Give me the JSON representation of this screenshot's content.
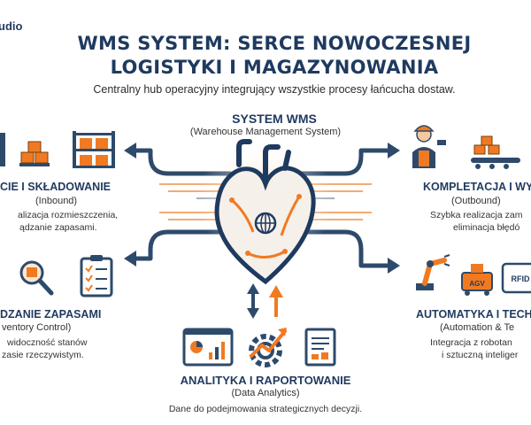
{
  "brand": "udio",
  "title_line1": "WMS SYSTEM: SERCE NOWOCZESNEJ",
  "title_line2": "LOGISTYKI I MAGAZYNOWANIA",
  "subtitle": "Centralny hub operacyjny integrujący wszystkie procesy łańcucha dostaw.",
  "center": {
    "title": "SYSTEM WMS",
    "subtitle": "(Warehouse Management System)"
  },
  "inbound": {
    "title": "CIE I SKŁADOWANIE",
    "subtitle": "(Inbound)",
    "desc_line1": "alizacja rozmieszczenia,",
    "desc_line2": "ądzanie zapasami."
  },
  "inventory": {
    "title": "DZANIE ZAPASAMI",
    "subtitle": "ventory Control)",
    "desc_line1": "widoczność stanów",
    "desc_line2": "zasie rzeczywistym."
  },
  "outbound": {
    "title": "KOMPLETACJA I WY",
    "subtitle": "(Outbound)",
    "desc_line1": "Szybka realizacja zam",
    "desc_line2": "eliminacja błędó"
  },
  "automation": {
    "title": "AUTOMATYKA I TECH",
    "subtitle": "(Automation & Te",
    "desc_line1": "Integracja z robotan",
    "desc_line2": "i sztuczną inteliger"
  },
  "analytics": {
    "title": "ANALITYKA I RAPORTOWANIE",
    "subtitle": "(Data Analytics)",
    "desc": "Dane do podejmowania strategicznych decyzji."
  },
  "icon_labels": {
    "agv": "AGV",
    "rfid": "RFID"
  },
  "colors": {
    "navy": "#1f3a5f",
    "orange": "#f07a22",
    "gray": "#6b7f95"
  }
}
